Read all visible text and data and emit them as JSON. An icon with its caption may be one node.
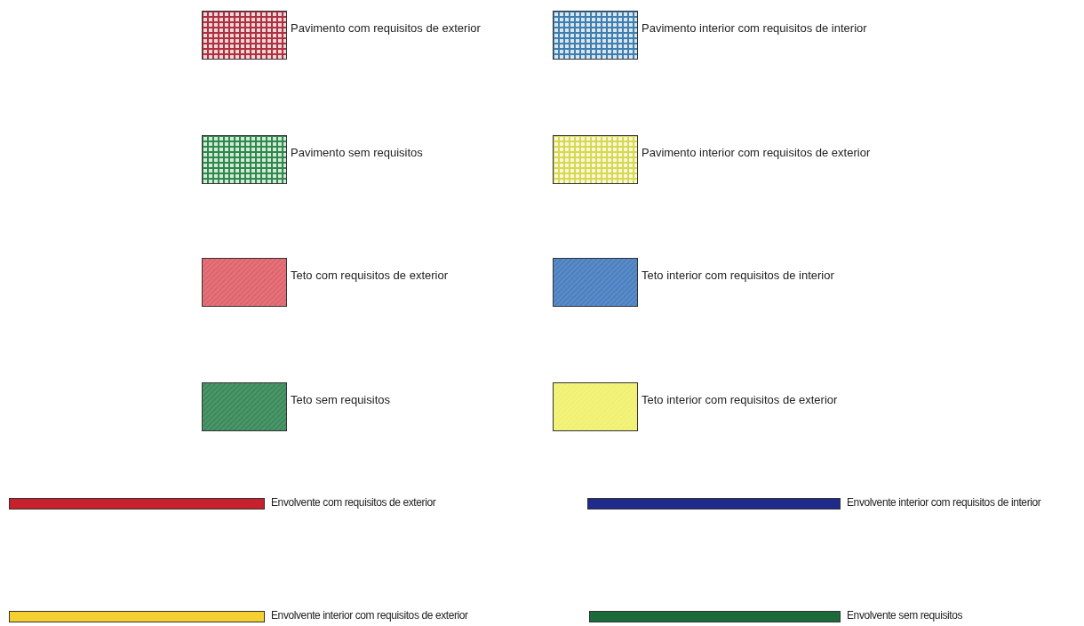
{
  "diagram": {
    "legend": [
      {
        "text": "Pavimento com requisitos de exterior",
        "color": "#b03040"
      },
      {
        "text": "Pavimento interior com requisitos de interior",
        "color": "#3f7fb0"
      },
      {
        "text": "Pavimento sem requisitos",
        "color": "#2e8a4a"
      },
      {
        "text": "Pavimento interior com requisitos de exterior",
        "color": "#d8d850"
      },
      {
        "text": "Teto com requisitos de exterior",
        "color": "#e0646c"
      },
      {
        "text": "Teto interior com requisitos de interior",
        "color": "#4a80c0"
      },
      {
        "text": "Teto sem requisitos",
        "color": "#3a8a5a"
      },
      {
        "text": "Teto interior com requisitos de exterior",
        "color": "#f0f070"
      },
      {
        "text": "Envolvente com requisitos de exterior",
        "color": "#c8202c"
      },
      {
        "text": "Envolvente interior com requisitos de interior",
        "color": "#1f2a8a"
      },
      {
        "text": "Envolvente interior com requisitos de exterior",
        "color": "#f5d030"
      },
      {
        "text": "Envolvente sem requisitos",
        "color": "#1a6a3a"
      }
    ]
  }
}
